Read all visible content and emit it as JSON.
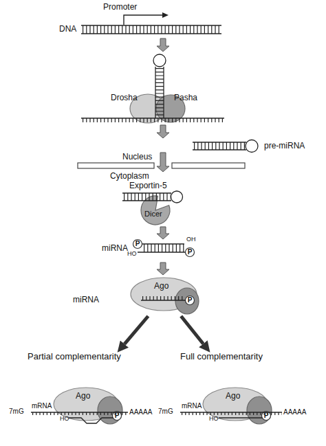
{
  "diagram": {
    "nodes": [
      {
        "text": [
          "Drosha"
        ]
      },
      {
        "text": [
          "Pasha"
        ]
      },
      {
        "text": [
          "Dicer"
        ]
      },
      {
        "text": [
          "P"
        ]
      },
      {
        "text": [
          "P"
        ]
      },
      {
        "text": [
          "Ago"
        ]
      },
      {
        "text": [
          "P"
        ],
        "in": 5
      },
      {
        "text": [
          "Partial complementarity",
          "Ago"
        ]
      },
      {
        "text": [
          "P"
        ],
        "in": 7
      },
      {
        "text": [
          "Full complementarity",
          "Ago"
        ]
      },
      {
        "text": [
          "P"
        ],
        "in": 9
      }
    ],
    "edges": [
      {
        "from": 5,
        "to": 7,
        "arrow": "to"
      },
      {
        "from": 5,
        "to": 9,
        "arrow": "to"
      }
    ],
    "labels": [
      "Promoter",
      "DNA",
      "pre-miRNA",
      "Nucleus",
      "Cytoplasm",
      "Exportin-5",
      "miRNA",
      "HO",
      "OH",
      "miRNA",
      "7mG",
      "mRNA",
      "HO",
      "AAAAA",
      "7mG",
      "mRNA",
      "HO",
      "AAAAA"
    ]
  }
}
